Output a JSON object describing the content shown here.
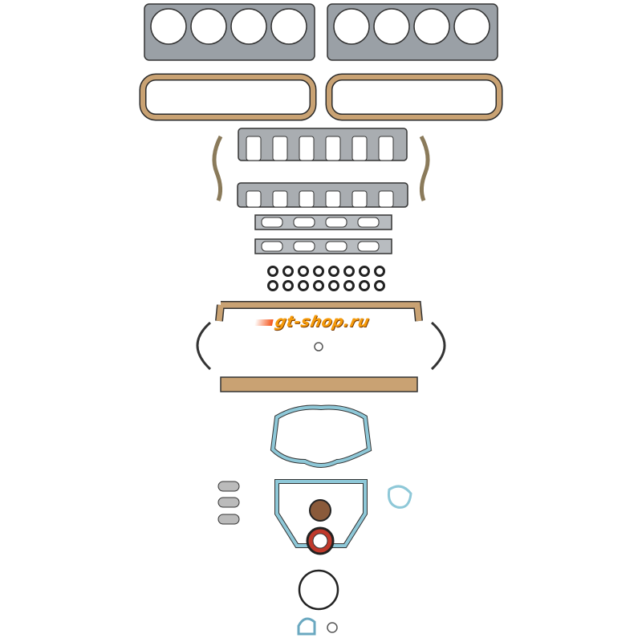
{
  "watermark": {
    "text": "gt-shop.ru"
  },
  "colors": {
    "steel": "#9aa0a6",
    "cork": "#c9a273",
    "blue": "#8ec8d8",
    "outline": "#2a2a2a",
    "logo": "#f59a0a"
  },
  "kit": {
    "valve_seal_count": 16,
    "head_gasket_bores": 4
  }
}
